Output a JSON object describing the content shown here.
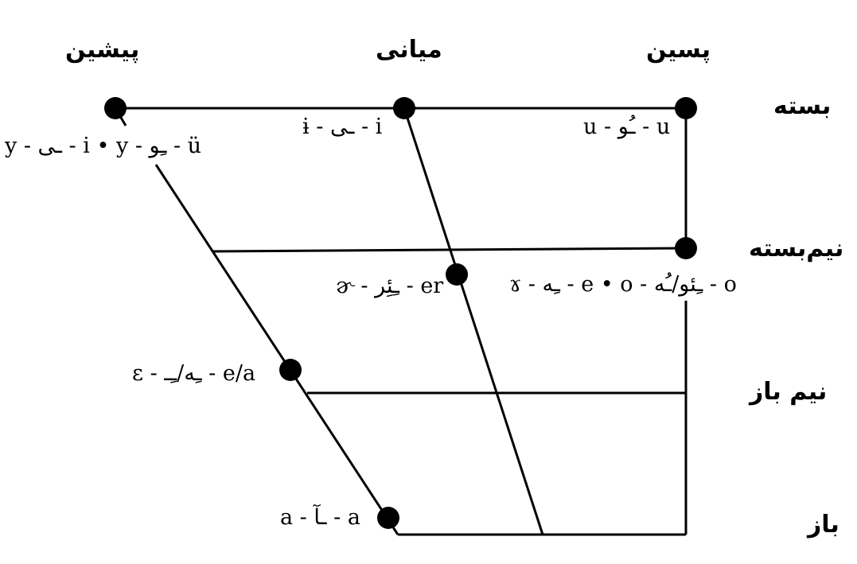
{
  "column_headers": {
    "front": "پیشین",
    "central": "میانی",
    "back": "پسین"
  },
  "row_headers": {
    "close": "بسته",
    "close_mid": "نیم‌بسته",
    "open_mid": "نیم باز",
    "open": "باز"
  },
  "vowels": {
    "front_close": "y - ـی - i • y - ـِو - ü",
    "central_close": "ɨ - ـی - i",
    "back_close": "u - ـُو - u",
    "central_mid": "ɚ - ـِئِر - er",
    "back_close_mid": "ɤ - ـِه - e • o - ـِئو/ـُه - o",
    "front_open_mid": "ɛ - ـِه/ـِـ - e/a",
    "front_open": "a - ـآ - a"
  },
  "colors": {
    "ink": "#000000",
    "background": "#ffffff"
  }
}
